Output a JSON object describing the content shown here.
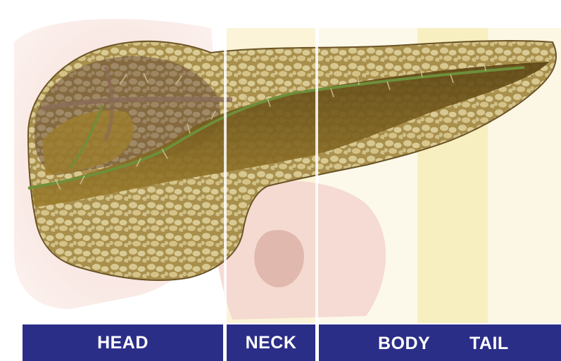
{
  "diagram": {
    "regions": [
      {
        "key": "head",
        "label": "HEAD"
      },
      {
        "key": "neck",
        "label": "NECK"
      },
      {
        "key": "body",
        "label": "BODY"
      },
      {
        "key": "tail",
        "label": "TAIL"
      }
    ]
  },
  "colors": {
    "label_bar": "#2b2e87",
    "label_text": "#ffffff",
    "gland": "#b49a55",
    "gland_lobule": "#e6d9a6",
    "duct": "#6e8f3a",
    "band_light": "#fbf4d8",
    "band_tail": "#f7efc0",
    "tissue_pink": "#e9bfb8"
  }
}
